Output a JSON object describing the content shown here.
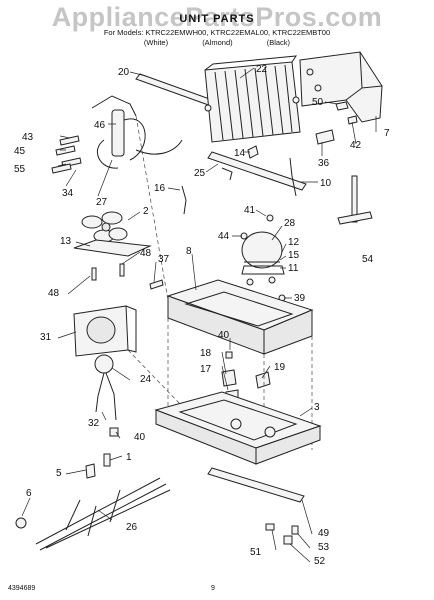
{
  "watermark": "AppliancePartsPros.com",
  "header": {
    "title": "UNIT PARTS",
    "models": "For Models: KTRC22EMWH00, KTRC22EMAL00, KTRC22EMBT00",
    "colors": [
      "(White)",
      "(Almond)",
      "(Black)"
    ]
  },
  "callouts": [
    "20",
    "22",
    "46",
    "43",
    "45",
    "55",
    "34",
    "27",
    "14",
    "36",
    "50",
    "42",
    "7",
    "25",
    "10",
    "16",
    "2",
    "41",
    "44",
    "28",
    "12",
    "15",
    "11",
    "13",
    "48",
    "37",
    "48",
    "8",
    "39",
    "54",
    "40",
    "18",
    "31",
    "17",
    "19",
    "24",
    "3",
    "32",
    "40",
    "1",
    "5",
    "6",
    "26",
    "49",
    "53",
    "51",
    "52"
  ],
  "footer": {
    "doc_number": "4394689",
    "page": "9"
  }
}
